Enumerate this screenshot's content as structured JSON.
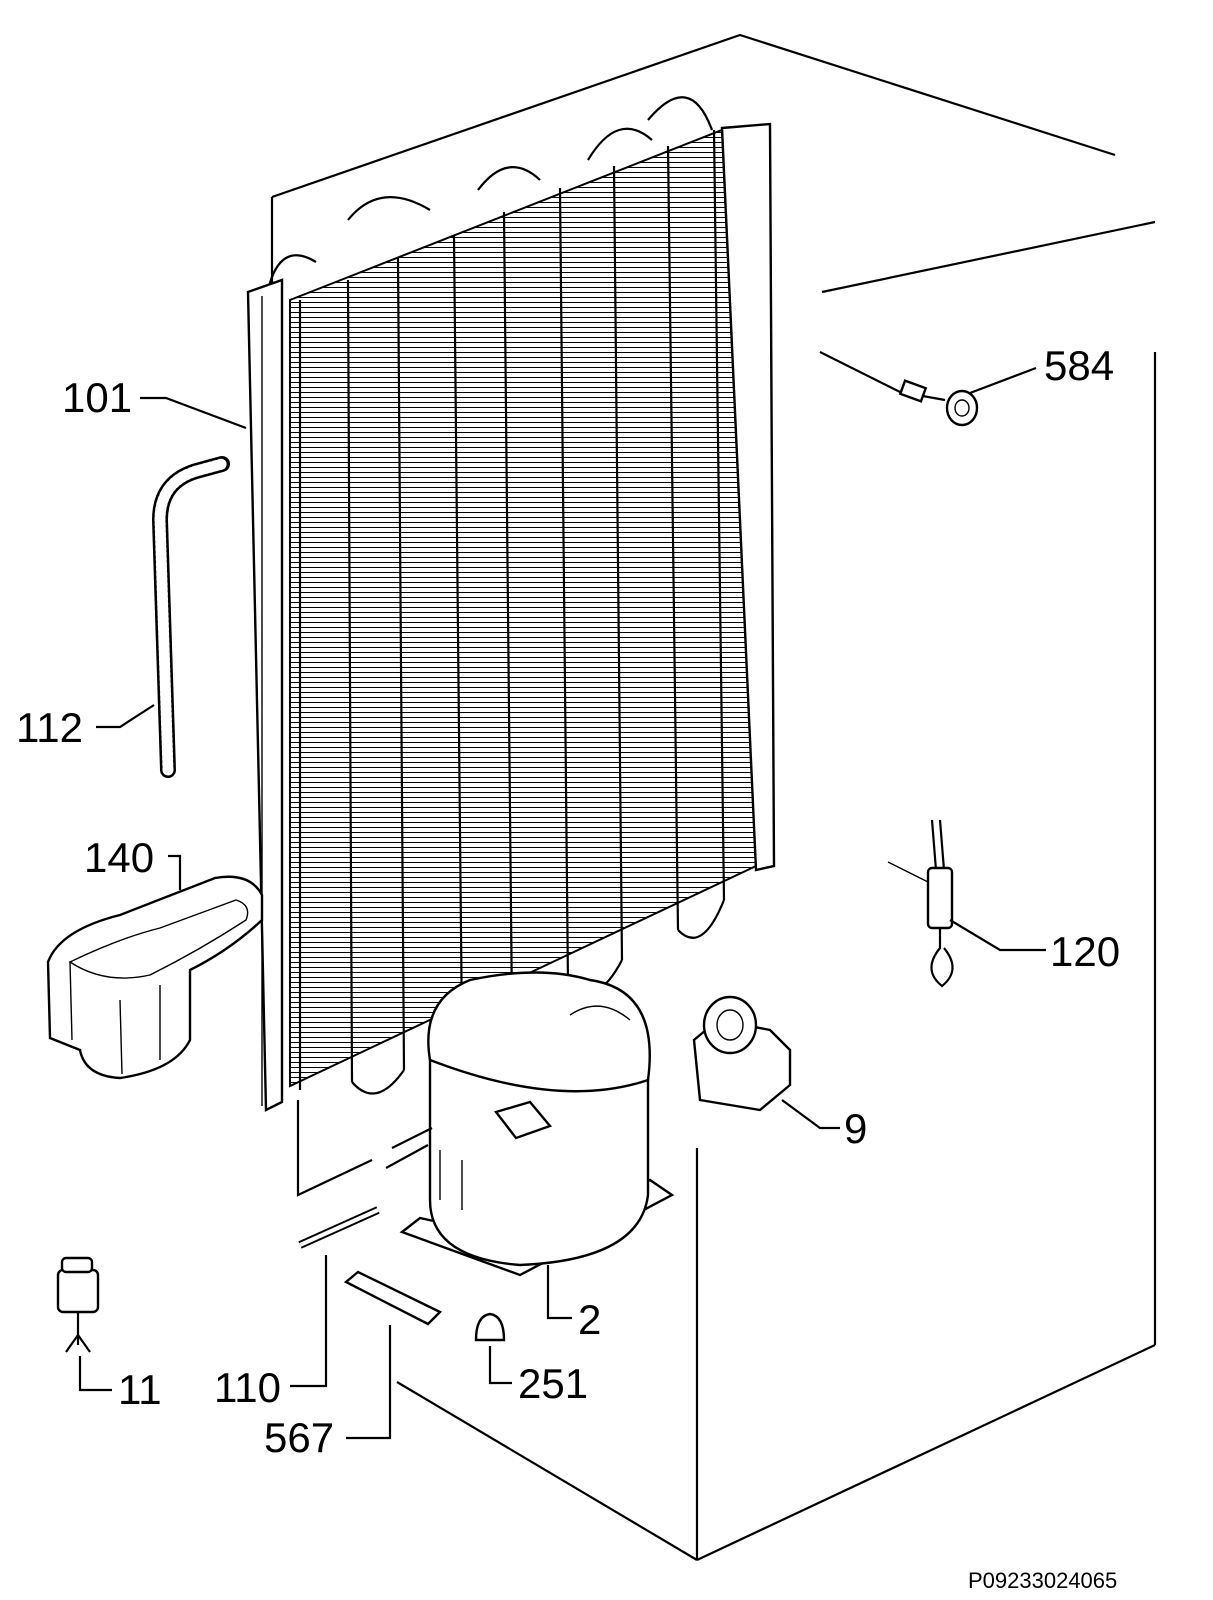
{
  "diagram": {
    "labels": {
      "p101": "101",
      "p112": "112",
      "p140": "140",
      "p584": "584",
      "p120": "120",
      "p9": "9",
      "p2": "2",
      "p251": "251",
      "p110": "110",
      "p567": "567",
      "p11": "11"
    },
    "drawing_code": "P09233024065"
  }
}
